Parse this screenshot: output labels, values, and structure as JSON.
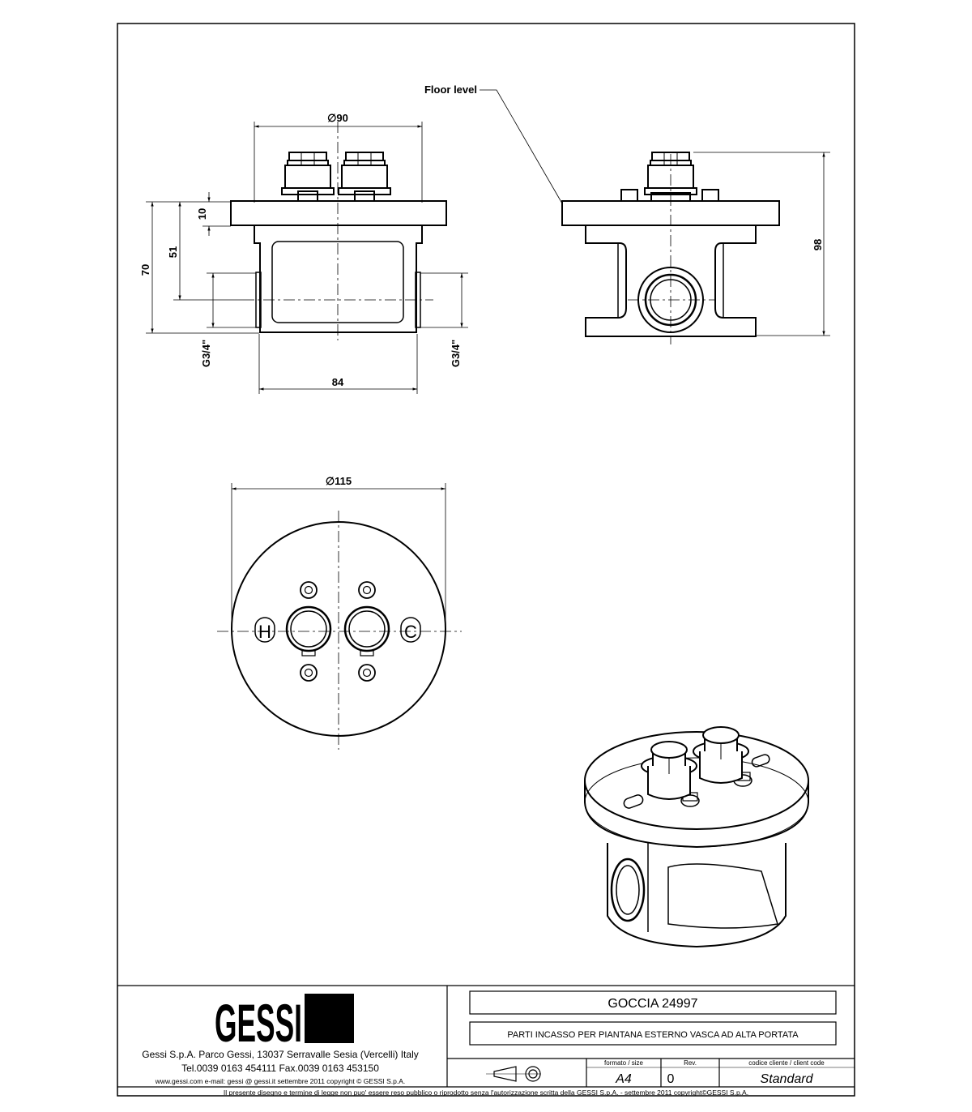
{
  "drawing": {
    "floor_label": "Floor level",
    "dims": {
      "dia90": "∅90",
      "d10": "10",
      "d51": "51",
      "d70": "70",
      "g34_left": "G3/4\"",
      "g34_right": "G3/4\"",
      "d84": "84",
      "d98": "98",
      "dia115": "∅115"
    },
    "marks": {
      "hot": "H",
      "cold": "C"
    }
  },
  "title_block": {
    "logo_text": "GESSI",
    "company_line": "Gessi S.p.A. Parco Gessi, 13037 Serravalle Sesia (Vercelli) Italy",
    "phone_line": "Tel.0039 0163 454111 Fax.0039 0163 453150",
    "web_line": "www.gessi.com e-mail: gessi @ gessi.it settembre 2011 copyright © GESSI S.p.A.",
    "product_title": "GOCCIA 24997",
    "description": "PARTI INCASSO PER PIANTANA ESTERNO VASCA AD ALTA PORTATA",
    "format_header": "formato / size",
    "format_value": "A4",
    "rev_header": "Rev.",
    "rev_value": "0",
    "client_header": "codice cliente / client code",
    "client_value": "Standard",
    "footer_notice": "Il presente disegno e termine di legge non puo' essere reso pubblico o riprodotto senza l'autorizzazione scritta della GESSI S.p.A. - settembre 2011 copyright©GESSI S.p.A."
  }
}
